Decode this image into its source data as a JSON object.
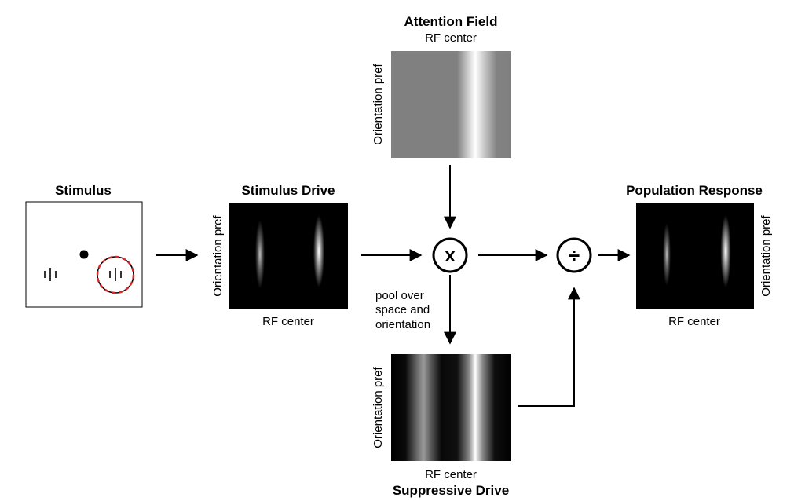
{
  "stimulus": {
    "title": "Stimulus"
  },
  "stimulus_drive": {
    "title": "Stimulus Drive",
    "xlabel": "RF center",
    "ylabel": "Orientation pref"
  },
  "attention_field": {
    "title": "Attention Field",
    "xlabel": "RF center",
    "ylabel": "Orientation pref"
  },
  "suppressive_drive": {
    "title": "Suppressive Drive",
    "xlabel": "RF center",
    "ylabel": "Orientation pref"
  },
  "population_response": {
    "title": "Population Response",
    "xlabel": "RF center",
    "ylabel": "Orientation pref"
  },
  "operators": {
    "multiply": "x",
    "divide": "÷"
  },
  "pool_note": [
    "pool over",
    "space and",
    "orientation"
  ],
  "colors": {
    "attended_circle": "#d62728",
    "panel_bg": "#000000",
    "attention_bg": "#808080"
  }
}
